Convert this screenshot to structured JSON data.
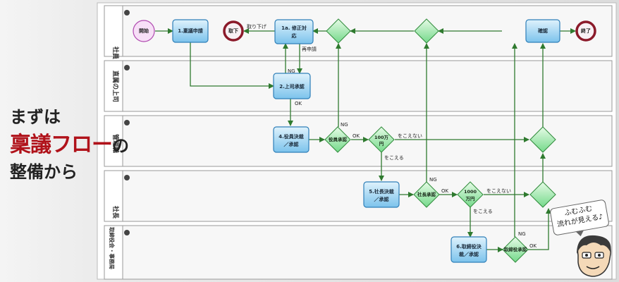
{
  "headline": {
    "line1": "まずは",
    "line2_main": "稟議フロー",
    "line2_suffix": "の",
    "line3": "整備から"
  },
  "bubble": {
    "line1": "ふむふむ",
    "line2": "流れが見える♪"
  },
  "lanes": [
    {
      "label": "社員"
    },
    {
      "label": "直属の上司"
    },
    {
      "label": "管理職"
    },
    {
      "label": "社長"
    },
    {
      "label": "取締役会・事務局"
    }
  ],
  "nodes": {
    "start": "開始",
    "apply": "1.稟議申請",
    "reject": "取下",
    "fix_a": "1a. 修正対",
    "fix_b": "応",
    "confirm": "確認",
    "end": "終了",
    "boss_a": "2.上司承認",
    "officer_a": "4.役員決裁",
    "officer_b": "／承認",
    "officer_gw": "役員承認",
    "amount_gw_a": "100万",
    "amount_gw_b": "円",
    "president_a": "5.社長決裁",
    "president_b": "／承認",
    "president_gw": "社長承認",
    "amount2_gw_a": "1000",
    "amount2_gw_b": "万円",
    "board_a": "6.取締役決",
    "board_b": "裁／承認",
    "board_gw": "取締役承認"
  },
  "flow_labels": {
    "withdraw": "取り下げ",
    "reapply": "再申請",
    "ng1": "NG",
    "ok1": "OK",
    "ng2": "NG",
    "ok2": "OK",
    "not_exceed1": "をこえない",
    "exceed1": "をこえる",
    "ng3": "NG",
    "ok3": "OK",
    "not_exceed2": "をこえない",
    "exceed2": "をこえる",
    "ng4": "NG",
    "ok4": "OK"
  },
  "colors": {
    "accent_red": "#b0121a",
    "flow_green": "#2f7a2f",
    "task_blue": "#8ccdf0"
  }
}
